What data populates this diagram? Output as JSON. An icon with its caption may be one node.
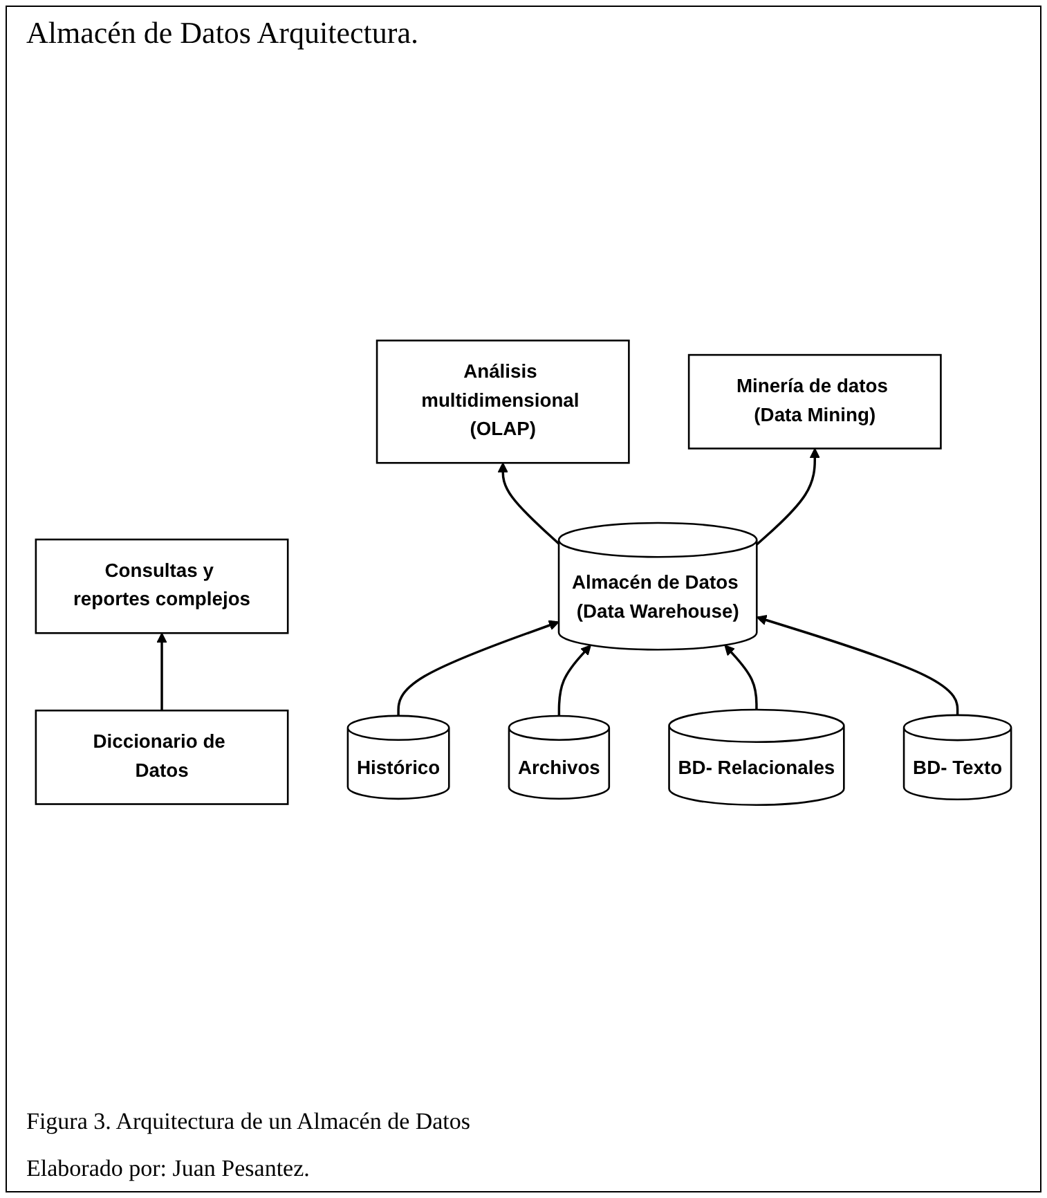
{
  "diagram": {
    "title": "Almacén de Datos Arquitectura.",
    "nodes": [
      {
        "text": [
          "Análisis multidimensional (OLAP)"
        ]
      },
      {
        "text": [
          "Consultas y reportes complejos"
        ]
      },
      {
        "text": [
          "Minería de datos (Data Mining)"
        ]
      },
      {
        "text": [
          "Diccionario de Datos"
        ]
      },
      {
        "text": [
          "Almacén de Datos (Data Warehouse)"
        ]
      },
      {
        "text": [
          "Histórico"
        ]
      },
      {
        "text": [
          "Archivos"
        ]
      },
      {
        "text": [
          "BD- Relacionales"
        ]
      },
      {
        "text": [
          "BD- Texto"
        ]
      }
    ],
    "edges": [
      {
        "from": 4,
        "to": 0,
        "arrow": "to"
      },
      {
        "from": 3,
        "to": 1,
        "arrow": "to"
      },
      {
        "from": 4,
        "to": 2,
        "arrow": "to"
      },
      {
        "from": 5,
        "to": 4,
        "arrow": "to"
      },
      {
        "from": 6,
        "to": 4,
        "arrow": "to"
      },
      {
        "from": 7,
        "to": 4,
        "arrow": "to"
      },
      {
        "from": 8,
        "to": 4,
        "arrow": "to"
      }
    ],
    "caption": "Figura 3. Arquitectura de un Almacén de Datos",
    "labels": [
      "Elaborado por: Juan Pesantez."
    ]
  }
}
